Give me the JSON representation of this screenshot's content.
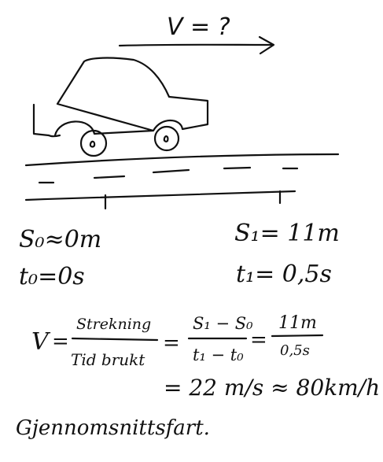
{
  "sketch": {
    "velocity_label": "V = ?",
    "ink_color": "#111111",
    "background_color": "#ffffff"
  },
  "start": {
    "position": "S₀≈0m",
    "time": "t₀=0s"
  },
  "end": {
    "position": "S₁= 11m",
    "time": "t₁= 0,5s"
  },
  "formula": {
    "v": "V",
    "eq1": "=",
    "numerator_words": "Strekning",
    "denominator_words": "Tid brukt",
    "eq2": "=",
    "numerator_symbols": "S₁ − S₀",
    "denominator_symbols": "t₁ − t₀",
    "eq3": "=",
    "numerator_values": "11m",
    "denominator_values": "0,5s",
    "result": "= 22 m/s ≈ 80km/h"
  },
  "caption": "Gjennomsnittsfart."
}
